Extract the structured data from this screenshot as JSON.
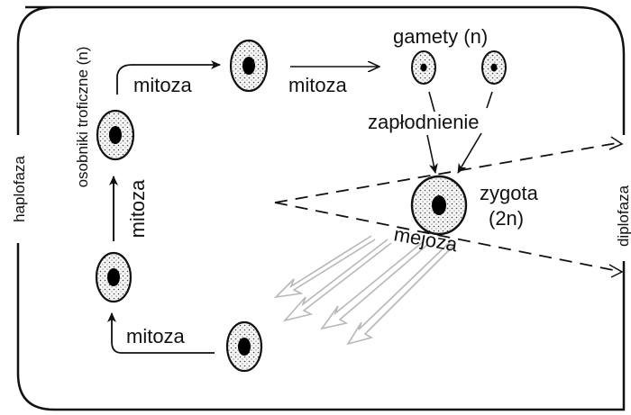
{
  "labels": {
    "haplophase": "haplofaza",
    "diplophase": "diplofaza",
    "trophic_individuals": "osobniki troficzne (n)",
    "gametes": "gamety (n)",
    "fertilization": "zapłodnienie",
    "zygote": "zygota",
    "zygote_ploidy": "(2n)",
    "meiosis": "mejoza",
    "mitosis_top_left": "mitoza",
    "mitosis_top_right": "mitoza",
    "mitosis_vertical": "mitoza",
    "mitosis_bottom": "mitoza"
  },
  "colors": {
    "ink": "#111111",
    "cell_fill": "#f2f2f2",
    "nucleus": "#000000",
    "meiosis_arrows": "#b8b8b8"
  }
}
